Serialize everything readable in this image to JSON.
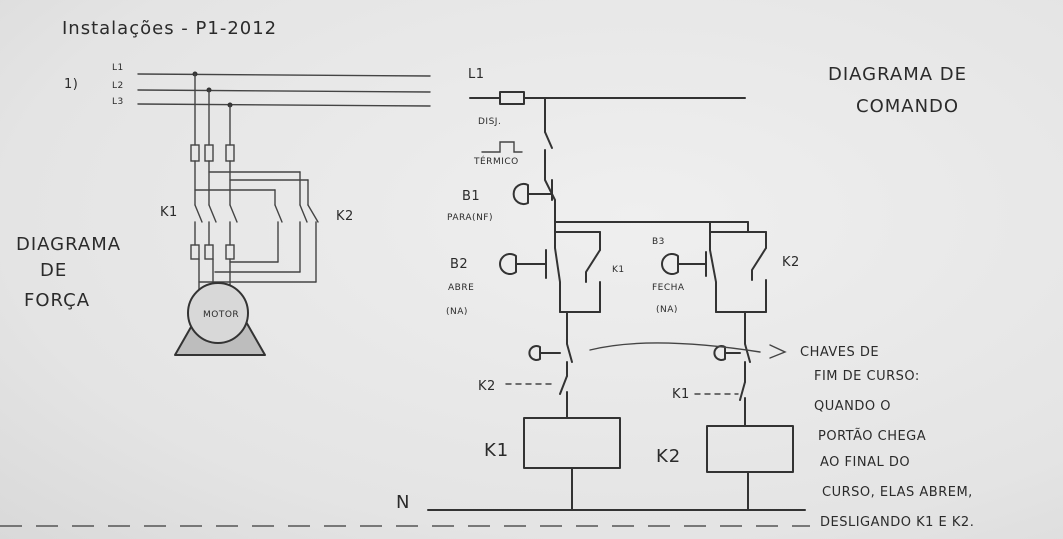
{
  "title": "Instalações - P1-2012",
  "question_number": "1)",
  "power_diagram": {
    "phases": [
      "L1",
      "L2",
      "L3"
    ],
    "contactor_k1": "K1",
    "contactor_k2": "K2",
    "motor": "MOTOR",
    "caption_line1": "DIAGRAMA",
    "caption_line2": "DE",
    "caption_line3": "FORÇA"
  },
  "control_diagram": {
    "caption_line1": "DIAGRAMA DE",
    "caption_line2": "COMANDO",
    "supply": "L1",
    "neutral": "N",
    "disj_label": "DISJ.",
    "thermal_label": "TÉRMICO",
    "b1_label": "B1",
    "b1_desc": "PARA(NF)",
    "b2_label": "B2",
    "b2_desc_line1": "ABRE",
    "b2_desc_line2": "(NA)",
    "b3_label": "B3",
    "b3_desc_line1": "FECHA",
    "b3_desc_line2": "(NA)",
    "k1_aux": "K1",
    "k2_aux": "K2",
    "k2_interlock": "K2",
    "k1_interlock": "K1",
    "coil_k1": "K1",
    "coil_k2": "K2"
  },
  "note": {
    "line1": "CHAVES DE",
    "line2": "FIM DE CURSO:",
    "line3": "QUANDO O",
    "line4": "PORTÃO CHEGA",
    "line5": "AO FINAL DO",
    "line6": "CURSO, ELAS ABREM,",
    "line7": "DESLIGANDO K1 E K2."
  }
}
